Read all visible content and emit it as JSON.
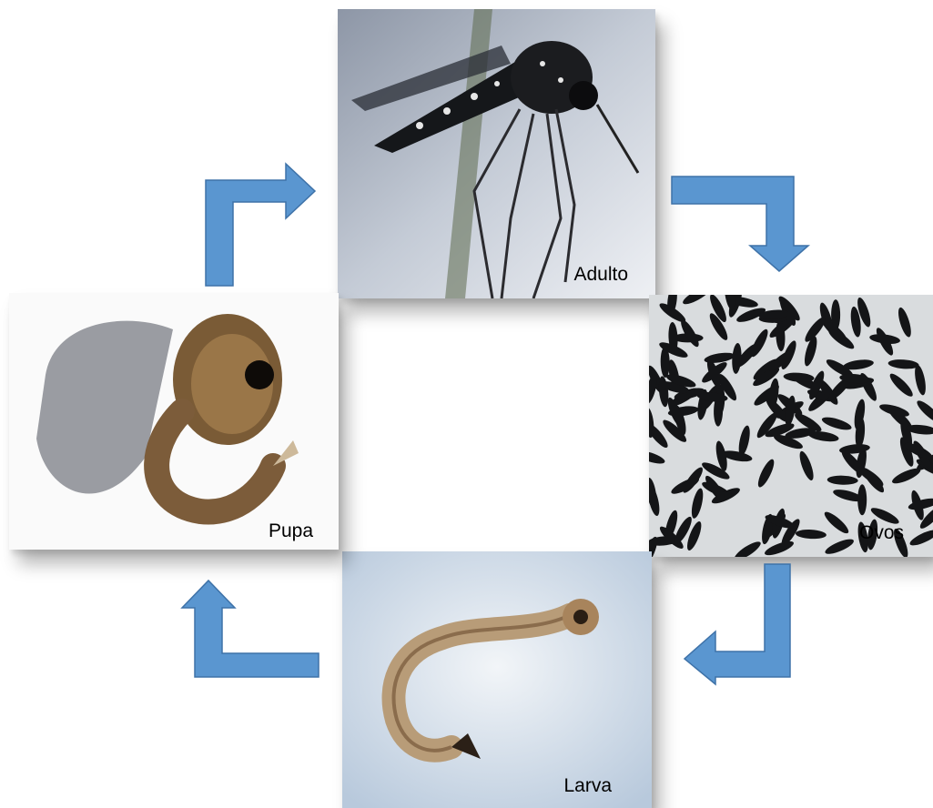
{
  "stages": {
    "adulto": "Adulto",
    "ovos": "Ovos",
    "larva": "Larva",
    "pupa": "Pupa"
  },
  "colors": {
    "arrow_fill": "#5a96d0",
    "arrow_stroke": "#3e72a8"
  }
}
